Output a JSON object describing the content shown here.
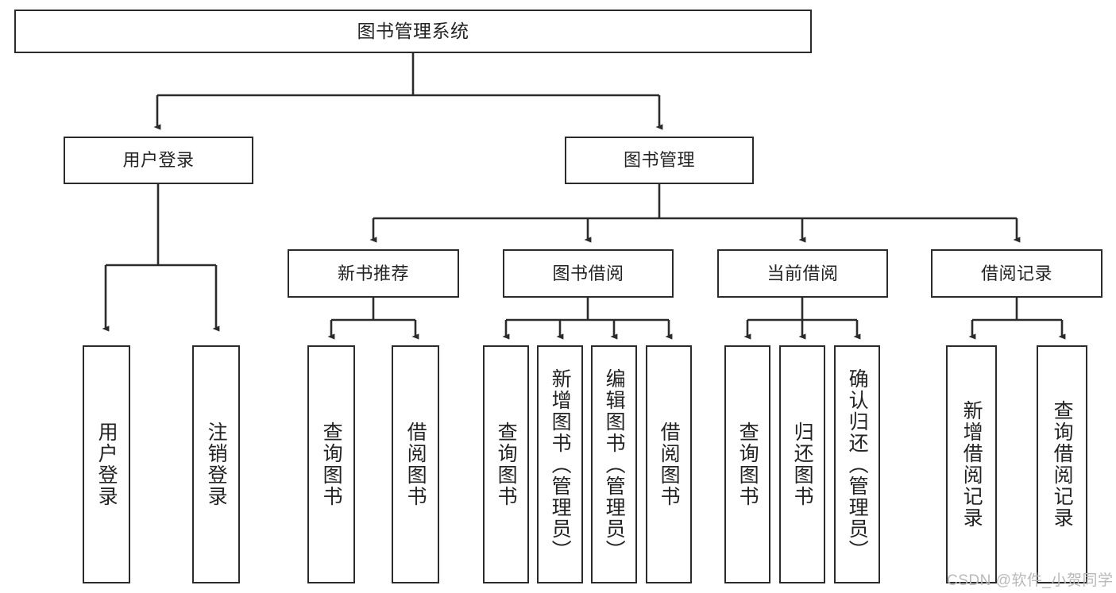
{
  "diagram": {
    "title": "图书管理系统",
    "type": "tree",
    "stroke_color": "#2b2b2b",
    "background_color": "#ffffff",
    "text_color": "#232323",
    "root": {
      "label": "图书管理系统"
    },
    "level2": [
      {
        "label": "用户登录"
      },
      {
        "label": "图书管理"
      }
    ],
    "level3": [
      {
        "label": "新书推荐"
      },
      {
        "label": "图书借阅"
      },
      {
        "label": "当前借阅"
      },
      {
        "label": "借阅记录"
      }
    ],
    "leaves": {
      "user_login": [
        {
          "label": "用户登录"
        },
        {
          "label": "注销登录"
        }
      ],
      "new_book_recommend": [
        {
          "label": "查询图书"
        },
        {
          "label": "借阅图书"
        }
      ],
      "book_borrow": [
        {
          "label": "查询图书"
        },
        {
          "label": "新增图书（管理员）"
        },
        {
          "label": "编辑图书（管理员）"
        },
        {
          "label": "借阅图书"
        }
      ],
      "current_borrow": [
        {
          "label": "查询图书"
        },
        {
          "label": "归还图书"
        },
        {
          "label": "确认归还（管理员）"
        }
      ],
      "borrow_record": [
        {
          "label": "新增借阅记录"
        },
        {
          "label": "查询借阅记录"
        }
      ]
    }
  },
  "watermark": {
    "text": "CSDN @软件_小贺同学"
  }
}
